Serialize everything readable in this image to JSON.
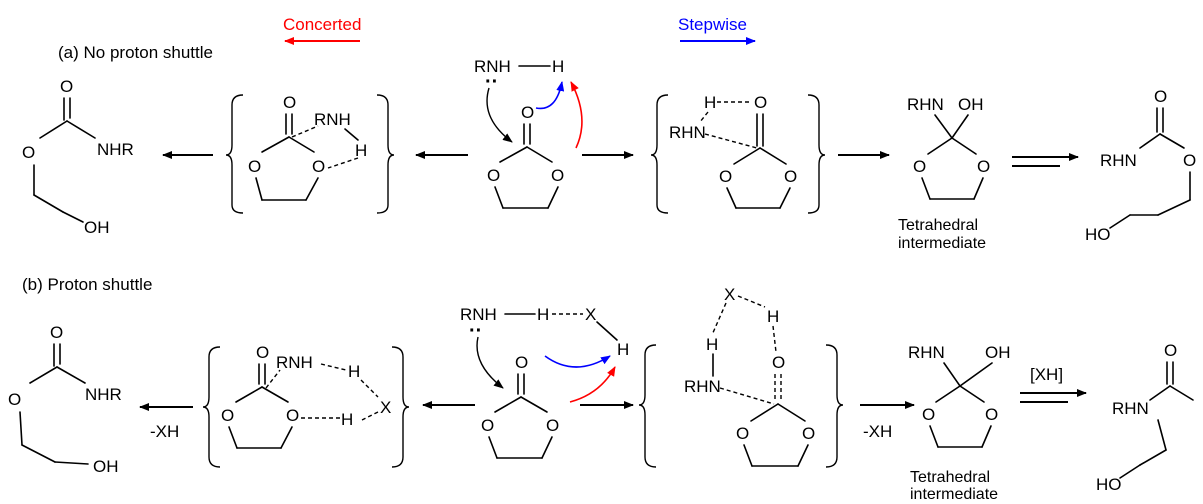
{
  "directions": {
    "concerted": "Concerted",
    "stepwise": "Stepwise",
    "concerted_color": "#ff0000",
    "stepwise_color": "#0000ff"
  },
  "panel_a": {
    "title": "(a) No proton shuttle",
    "reactant_amine": "RNH",
    "reactant_h": "H",
    "lone_pair": "··",
    "ts_concerted_amine": "RNH",
    "ts_concerted_h": "H",
    "ts_stepwise_h": "H",
    "ts_stepwise_amine": "RHN",
    "intermediate_rhn": "RHN",
    "intermediate_oh": "OH",
    "intermediate_label_1": "Tetrahedral",
    "intermediate_label_2": "intermediate",
    "product_left_nhr": "NHR",
    "product_left_oh": "OH",
    "product_right_rhn": "RHN",
    "product_right_ho": "HO"
  },
  "panel_b": {
    "title": "(b) Proton shuttle",
    "reactant_amine": "RNH",
    "reactant_h1": "H",
    "reactant_x": "X",
    "reactant_h2": "H",
    "lone_pair": "··",
    "ts_concerted_amine": "RNH",
    "ts_concerted_h1": "H",
    "ts_concerted_h2": "H",
    "ts_concerted_x": "X",
    "ts_stepwise_x": "X",
    "ts_stepwise_h1": "H",
    "ts_stepwise_h2": "H",
    "ts_stepwise_amine": "RHN",
    "byproduct_left": "-XH",
    "byproduct_right": "-XH",
    "catalyst_label": "[XH]",
    "intermediate_rhn": "RHN",
    "intermediate_oh": "OH",
    "intermediate_label_1": "Tetrahedral",
    "intermediate_label_2": "intermediate",
    "product_left_nhr": "NHR",
    "product_left_oh": "OH",
    "product_right_rhn": "RHN",
    "product_right_ho": "HO"
  },
  "atoms": {
    "oxygen": "O"
  }
}
